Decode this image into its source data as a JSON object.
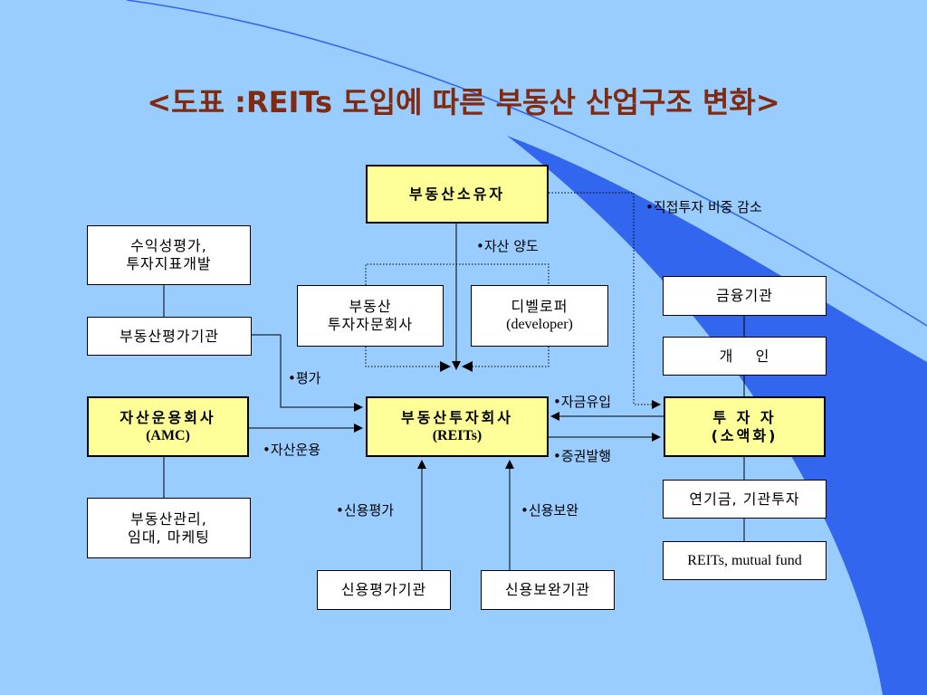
{
  "title": "<도표 :REITs 도입에 따른 부동산 산업구조 변화>",
  "colors": {
    "background": "#99ccff",
    "swoosh": "#3366ee",
    "highlight_box": "#ffff99",
    "title": "#802a10"
  },
  "boxes": {
    "owner": "부동산소유자",
    "appraisal_task": [
      "수익성평가,",
      "투자지표개발"
    ],
    "appraisal_agency": "부동산평가기관",
    "advisory": [
      "부동산",
      "투자자문회사"
    ],
    "developer": [
      "디벨로퍼",
      "(developer)"
    ],
    "financial": "금융기관",
    "individual": "개    인",
    "amc": [
      "자산운용회사",
      "(AMC)"
    ],
    "reits": [
      "부동산투자회사",
      "(REITs)"
    ],
    "investor": [
      "투 자 자",
      "(소액화)"
    ],
    "management": [
      "부동산관리,",
      "임대, 마케팅"
    ],
    "pension": "연기금, 기관투자",
    "funds": "REITs, mutual fund",
    "credit_rating": "신용평가기관",
    "credit_guarantee": "신용보완기관"
  },
  "labels": {
    "direct_investment": "•직접투자 비중 감소",
    "asset_transfer": "•자산 양도",
    "valuation": "•평가",
    "asset_management": "•자산운용",
    "fund_inflow": "•자금유입",
    "securities_issue": "•증권발행",
    "credit_rating": "•신용평가",
    "credit_guarantee": "•신용보완"
  }
}
